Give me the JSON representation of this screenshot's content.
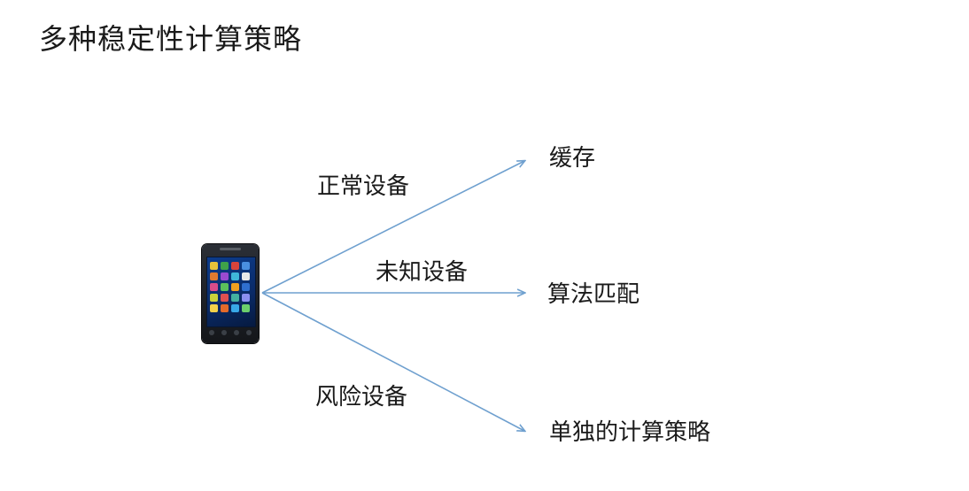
{
  "title": "多种稳定性计算策略",
  "branches": [
    {
      "label": "正常设备",
      "target": "缓存"
    },
    {
      "label": "未知设备",
      "target": "算法匹配"
    },
    {
      "label": "风险设备",
      "target": "单独的计算策略"
    }
  ],
  "colors": {
    "arrow": "#6fa0cf",
    "text": "#1a1a1a",
    "background": "#ffffff"
  },
  "icons": {
    "source": "smartphone-icon"
  }
}
